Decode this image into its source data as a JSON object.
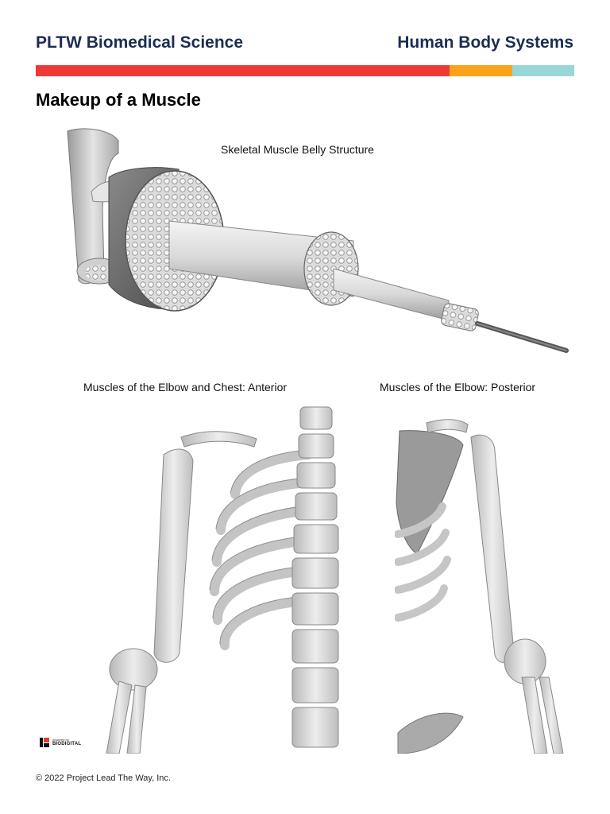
{
  "header": {
    "left_title": "PLTW Biomedical Science",
    "right_title": "Human Body Systems"
  },
  "colors": {
    "header_text": "#1c2d53",
    "bar_red": "#ee3a36",
    "bar_orange": "#f9a31b",
    "bar_teal": "#99d6d8"
  },
  "page": {
    "title": "Makeup of a Muscle"
  },
  "figures": {
    "muscle_structure": {
      "caption": "Skeletal Muscle Belly Structure",
      "icon": "muscle-cross-section-illustration"
    },
    "anterior": {
      "caption": "Muscles of the Elbow and Chest: Anterior",
      "icon": "anterior-skeleton-illustration"
    },
    "posterior": {
      "caption": "Muscles of the Elbow: Posterior",
      "icon": "posterior-skeleton-illustration"
    }
  },
  "logo": {
    "powered_by": "powered by",
    "brand": "BIODIGITAL"
  },
  "footer": {
    "copyright": "© 2022 Project Lead The Way, Inc."
  }
}
